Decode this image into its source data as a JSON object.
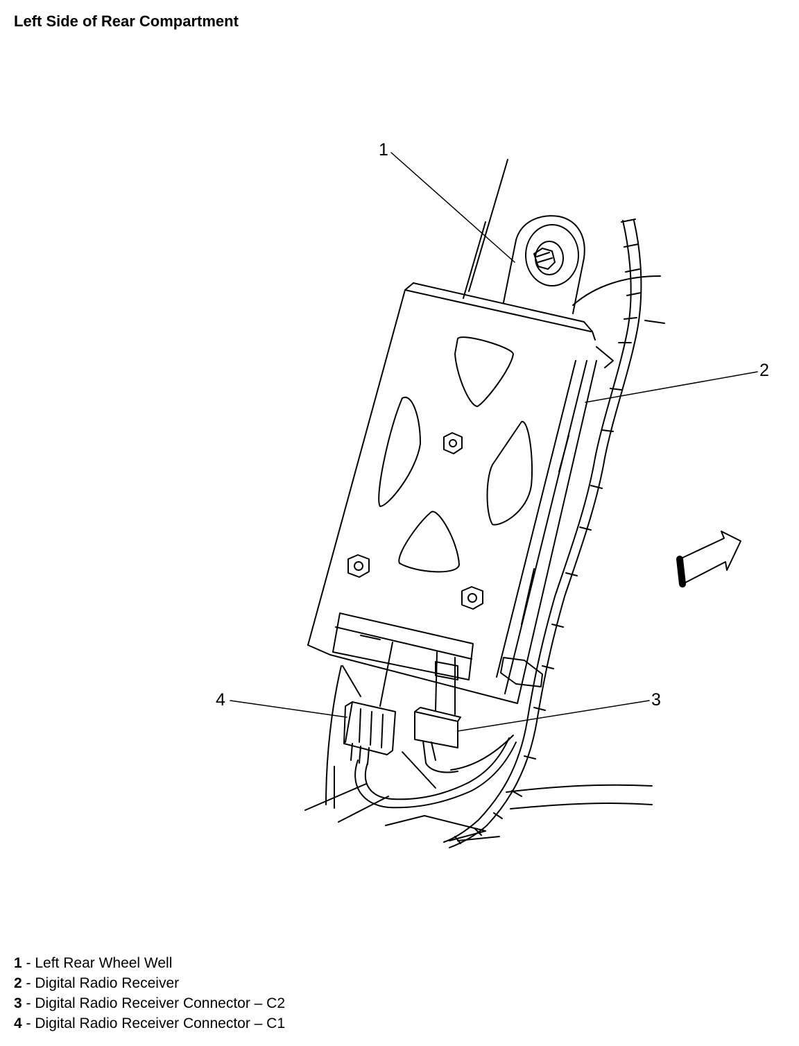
{
  "title": "Left Side of Rear Compartment",
  "callouts": [
    "1",
    "2",
    "3",
    "4"
  ],
  "legend": [
    {
      "num": "1",
      "sep": " - ",
      "text": "Left Rear Wheel Well"
    },
    {
      "num": "2",
      "sep": " - ",
      "text": "Digital Radio Receiver"
    },
    {
      "num": "3",
      "sep": " - ",
      "text": "Digital Radio Receiver Connector – C2"
    },
    {
      "num": "4",
      "sep": " - ",
      "text": "Digital Radio Receiver Connector – C1"
    }
  ],
  "icons": {
    "direction": "forward-arrow-icon"
  }
}
